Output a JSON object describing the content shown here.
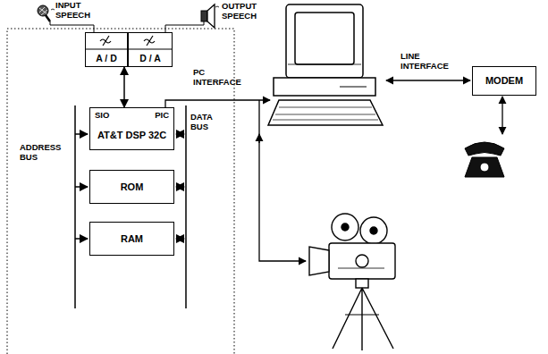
{
  "diagram": {
    "nodes": [
      {
        "text": [
          "A / D"
        ]
      },
      {
        "text": [
          "D / A"
        ]
      },
      {
        "text": [
          "SIO",
          "PIC",
          "AT&T DSP 32C"
        ]
      },
      {
        "text": [
          "ROM"
        ]
      },
      {
        "text": [
          "RAM"
        ]
      },
      {
        "text": [
          "MODEM"
        ]
      }
    ],
    "edges": [
      {
        "from": 0,
        "to": 2,
        "arrow": "both"
      }
    ],
    "labels": [
      "INPUT SPEECH",
      "OUTPUT SPEECH",
      "ADDRESS BUS",
      "DATA BUS",
      "PC INTERFACE",
      "LINE INTERFACE"
    ]
  }
}
